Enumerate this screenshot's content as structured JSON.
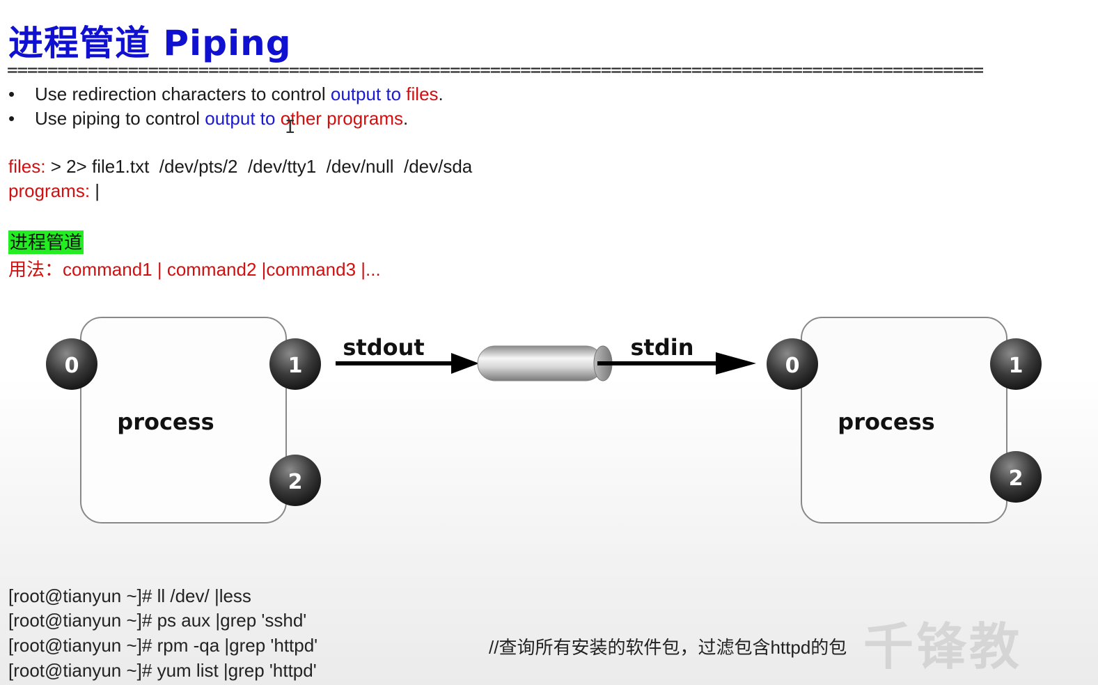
{
  "title": "进程管道 Piping",
  "rule": "=================================================================================================",
  "bullets": [
    {
      "pre": "Use redirection characters to control ",
      "blue": "output to",
      "red": "files",
      "post": "."
    },
    {
      "pre": "Use piping to control ",
      "blue": "output to",
      "red": "other programs",
      "post": "."
    }
  ],
  "files_line": {
    "label": "files:",
    "value": " > 2> file1.txt  /dev/pts/2  /dev/tty1  /dev/null  /dev/sda"
  },
  "programs_line": {
    "label": "programs: ",
    "value": "|"
  },
  "pipe_heading": "进程管道",
  "usage": "用法：command1 | command2 |command3 |...",
  "diagram": {
    "left_process": {
      "label": "process",
      "fds": [
        "0",
        "1",
        "2"
      ]
    },
    "right_process": {
      "label": "process",
      "fds": [
        "0",
        "1",
        "2"
      ]
    },
    "stdout_label": "stdout",
    "stdin_label": "stdin"
  },
  "commands": [
    "[root@tianyun ~]# ll /dev/  |less",
    "[root@tianyun ~]# ps aux |grep 'sshd'",
    "[root@tianyun ~]# rpm -qa  |grep 'httpd'",
    "[root@tianyun ~]# yum list  |grep 'httpd'"
  ],
  "comment": "//查询所有安装的软件包，过滤包含httpd的包",
  "watermark": "千锋教",
  "colors": {
    "title": "#1010d0",
    "accent_blue": "#1a1ad0",
    "accent_red": "#d01010",
    "highlight": "#22ee22"
  }
}
